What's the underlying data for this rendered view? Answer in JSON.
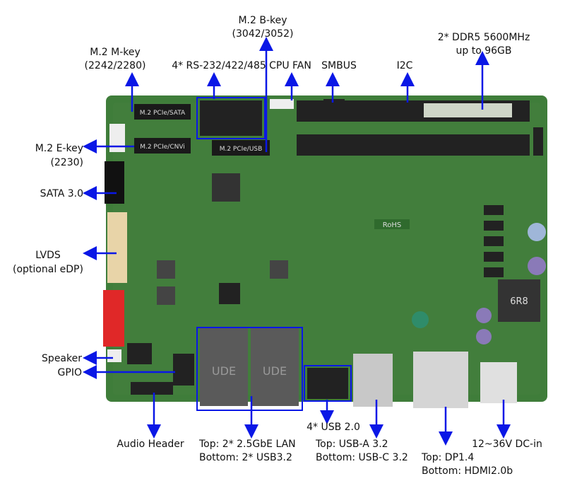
{
  "title": "Motherboard connector layout",
  "colors": {
    "arrow": "#0a17e6",
    "board": "#3f7d3a",
    "board_dark": "#2f6a2d"
  },
  "labels": {
    "m2_bkey": [
      "M.2 B-key",
      "(3042/3052)"
    ],
    "m2_mkey": [
      "M.2 M-key",
      "(2242/2280)"
    ],
    "rs232": "4* RS-232/422/485",
    "cpu_fan": "CPU FAN",
    "smbus": "SMBUS",
    "i2c": "I2C",
    "ddr5": [
      "2* DDR5 5600MHz",
      "up to 96GB"
    ],
    "m2_ekey": [
      "M.2 E-key",
      "(2230)"
    ],
    "sata": "SATA 3.0",
    "lvds": [
      "LVDS",
      "(optional eDP)"
    ],
    "speaker": "Speaker",
    "gpio": "GPIO",
    "audio": "Audio Header",
    "lan": [
      "Top: 2* 2.5GbE LAN",
      "Bottom: 2* USB3.2"
    ],
    "usb2": "4* USB 2.0",
    "usb3": [
      "Top: USB-A 3.2",
      "Bottom: USB-C 3.2"
    ],
    "display": [
      "Top: DP1.4",
      "Bottom: HDMI2.0b"
    ],
    "dcin": "12~36V DC-in"
  },
  "board_silkscreen": {
    "m2_sata": "M.2 PCIe/SATA",
    "m2_cnvi": "M.2 PCIe/CNVi",
    "m2_usb": "M.2 PCIe/USB",
    "rohs": "RoHS",
    "inductor": "6R8",
    "lan_brand": "UDE"
  }
}
